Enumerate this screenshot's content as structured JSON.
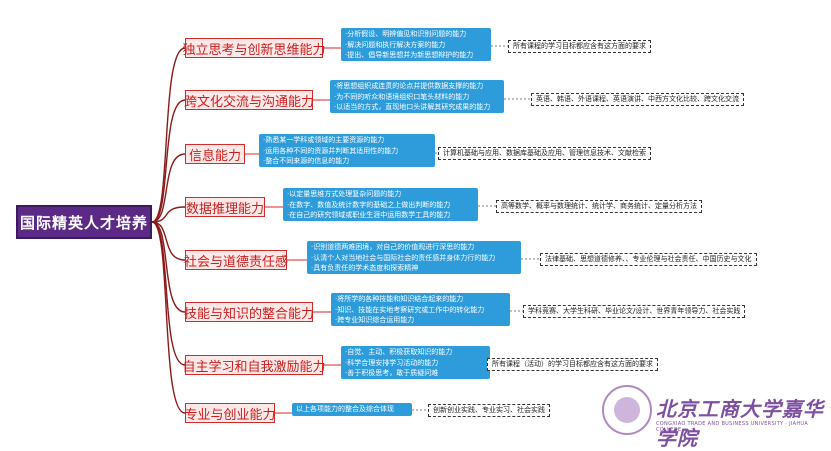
{
  "root": {
    "label": "国际精英人才培养"
  },
  "branches": [
    {
      "label": "独立思考与创新思维能力",
      "details": [
        "·分析假设、明辨偏见和识别问题的能力",
        "·解决问题和执行解决方案的能力",
        "·提出、倡导新思想并为新思想辩护的能力"
      ],
      "note": "所有课程的学习目标都应含有这方面的要求"
    },
    {
      "label": "跨文化交流与沟通能力",
      "details": [
        "·将思想组织成连贯的论点并提供数据支撑的能力",
        "·为不同的听众和语境组织口笔头材料的能力",
        "·以适当的方式，直现地口头讲解其研究成果的能力"
      ],
      "note": "英语、韩语、外语课程、英语演讲、中西方文化比较、跨文化交流"
    },
    {
      "label": "信息能力",
      "details": [
        "·熟悉某一学科或领域的主要资源的能力",
        "·运用各种不同的资源并判断其适用性的能力",
        "·整合不同来源的信息的能力"
      ],
      "note": "计算机基础与应用、数据库基础及应用、管理信息技术、文献检索"
    },
    {
      "label": "数据推理能力",
      "details": [
        "·以定量思维方式处理复杂问题的能力",
        "·在数字、数值及统计数字的基础之上做出判断的能力",
        "·在自己的研究领域或职业生涯中运用数学工具的能力"
      ],
      "note": "高等数学、概率与数理统计、统计学、商务统计、定量分析方法"
    },
    {
      "label": "社会与道德责任感",
      "details": [
        "·识别道德两难困境，对自己的价值观进行深思的能力",
        "·认清个人对当地社会与国际社会的责任感并身体力行的能力",
        "·具有负责任的学术态度和探索精神"
      ],
      "note": "法律基础、思想道德修养、、专业伦理与社会责任、中国历史与文化"
    },
    {
      "label": "技能与知识的整合能力",
      "details": [
        "·将所学的各种技能和知识结合起来的能力",
        "·知识、技能在实地考察研究或工作中的转化能力",
        "·跨专业知识综合运用能力"
      ],
      "note": "学科竞赛、大学生科研、毕业论文/设计、世界青年领导力、社会实践"
    },
    {
      "label": "自主学习和自我激励能力",
      "details": [
        "·自觉、主动、积极获取知识的能力",
        "·科学合理安排学习活动的能力",
        "·善于积极思考，敢于质疑问难"
      ],
      "note": "所有课程（活动）的学习目标都应含有这方面的要求"
    },
    {
      "label": "专业与创业能力",
      "details": [
        "以上各项能力的整合及综合体现"
      ],
      "note": "创新创业实践、专业实习、社会实践"
    }
  ],
  "logo": {
    "text": "北京工商大学嘉华学院",
    "subtext": "CONGXIAO TRADE AND BUSINESS UNIVERSITY · JIAHUA COLLEGE"
  },
  "colors": {
    "root": "#5b2a86",
    "branch_border": "#d42a2a",
    "branch_fill": "#fde8e8",
    "detail": "#2e9cdb",
    "connector_root": "#8b1a1a"
  }
}
